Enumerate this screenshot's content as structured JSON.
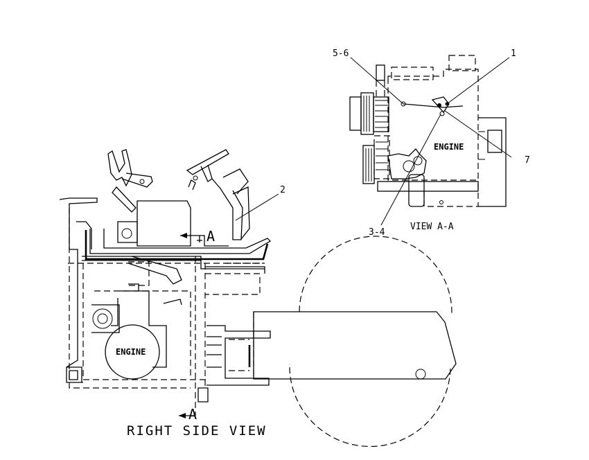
{
  "drawing": {
    "main_view_title": "RIGHT SIDE VIEW",
    "section_view_title": "VIEW A-A",
    "section_marker": "A",
    "section_marker_bottom": "A",
    "engine_label_main": "ENGINE",
    "engine_label_view": "ENGINE",
    "callouts": {
      "c1": "1",
      "c2": "2",
      "c34": "3-4",
      "c56": "5-6",
      "c7": "7"
    }
  }
}
